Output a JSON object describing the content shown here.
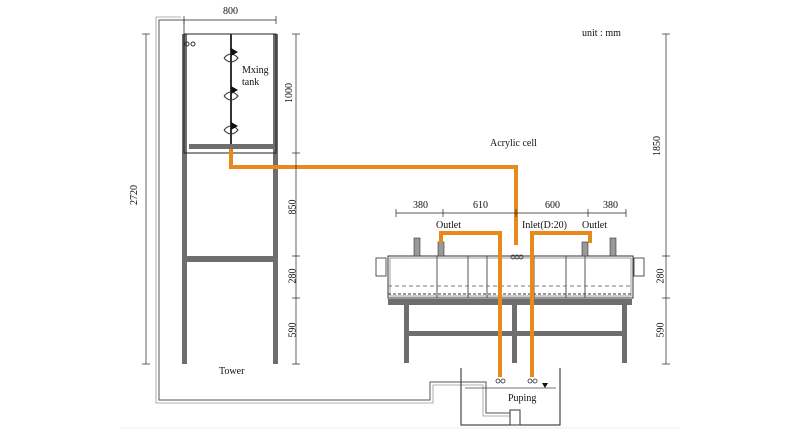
{
  "unit_label": "unit : mm",
  "labels": {
    "mixing_tank": "Mxing tank",
    "mixing_tank_line1": "Mxing",
    "mixing_tank_line2": "tank",
    "acrylic_cell": "Acrylic cell",
    "outlet_left": "Outlet",
    "inlet": "Inlet(D:20)",
    "outlet_right": "Outlet",
    "tower": "Tower",
    "pumping": "Puping"
  },
  "dimensions": {
    "tank_width": "800",
    "tower_total_height": "2720",
    "tank_height": "1000",
    "tower_upper_section": "850",
    "tower_middle_section": "280",
    "tower_lower_section": "590",
    "cell_total_height": "1850",
    "cell_height": "280",
    "cell_leg_height": "590",
    "cell_seg_1": "380",
    "cell_seg_2": "610",
    "cell_seg_3": "600",
    "cell_seg_4": "380"
  },
  "colors": {
    "pipe": "#e8891c",
    "frame": "#666666",
    "line": "#222222"
  }
}
